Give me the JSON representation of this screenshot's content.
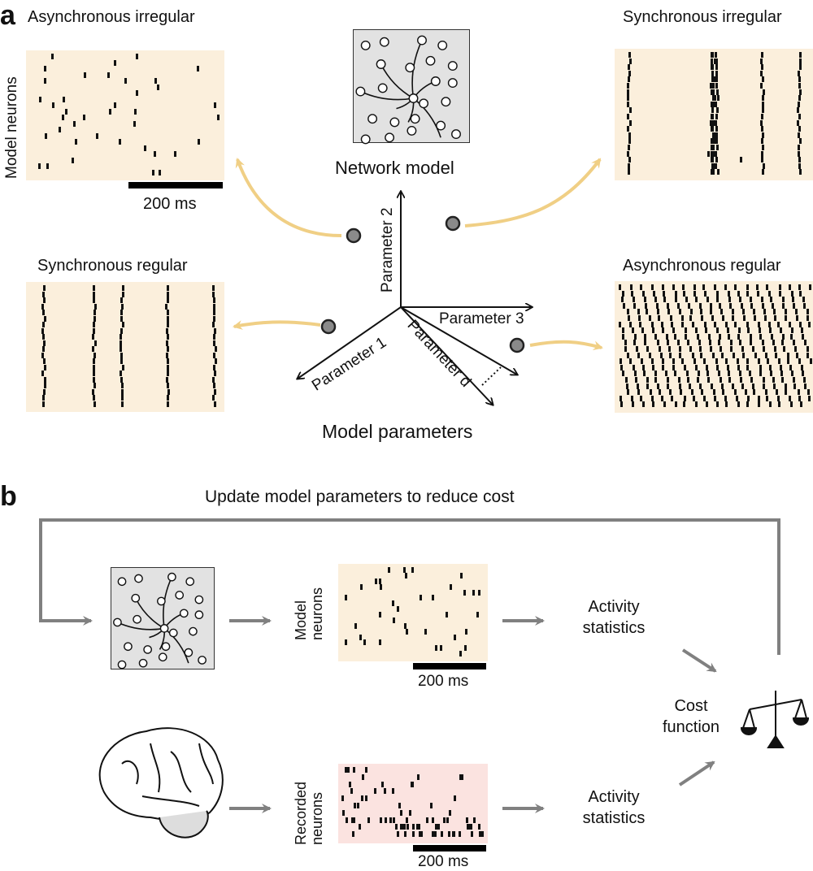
{
  "panel_a": {
    "letter": "a",
    "network_model_label": "Network model",
    "model_parameters_label": "Model parameters",
    "y_axis_label": "Model neurons",
    "scale_bar_label": "200 ms",
    "regimes": [
      {
        "id": "async-irregular",
        "title": "Asynchronous irregular"
      },
      {
        "id": "sync-irregular",
        "title": "Synchronous irregular"
      },
      {
        "id": "sync-regular",
        "title": "Synchronous regular"
      },
      {
        "id": "async-regular",
        "title": "Asynchronous regular"
      }
    ],
    "axes": [
      "Parameter 1",
      "Parameter 2",
      "Parameter 3",
      "Parameter d"
    ],
    "colors": {
      "raster_bg": "#fbefdc",
      "arrow": "#f0cf85",
      "dot": "#8a8a8a",
      "network_bg": "#e2e2e2"
    }
  },
  "panel_b": {
    "letter": "b",
    "loop_label": "Update model parameters to reduce cost",
    "model_raster_label_1": "Model",
    "model_raster_label_2": "neurons",
    "recorded_raster_label_1": "Recorded",
    "recorded_raster_label_2": "neurons",
    "scale_bar_label": "200 ms",
    "activity_stats_top": [
      "Activity",
      "statistics"
    ],
    "activity_stats_bottom": [
      "Activity",
      "statistics"
    ],
    "cost_function": [
      "Cost",
      "function"
    ],
    "icons": [
      "network-model-icon",
      "brain-icon",
      "balance-scale-icon"
    ],
    "colors": {
      "flow_arrow": "#808080",
      "recorded_bg": "#fbe3e0"
    }
  }
}
